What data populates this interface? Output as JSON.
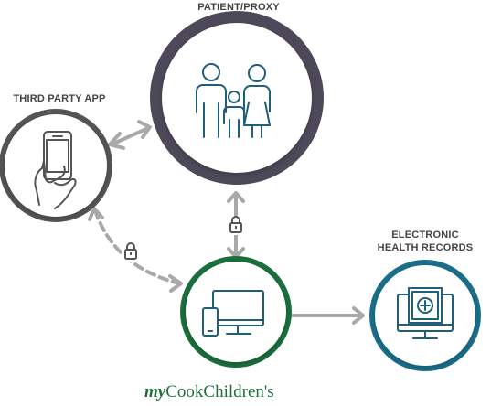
{
  "labels": {
    "patient_proxy": "PATIENT/PROXY",
    "third_party_app": "THIRD PARTY APP",
    "ehr_line1": "ELECTRONIC",
    "ehr_line2": "HEALTH RECORDS"
  },
  "brand": {
    "prefix": "my",
    "name": "CookChildren's"
  },
  "colors": {
    "patient_ring": "#4d4959",
    "third_party_ring": "#555555",
    "mycookchildrens_ring": "#1b6f3e",
    "ehr_ring": "#1b6f8a",
    "icon_stroke": "#1f5f79",
    "arrow": "#a9a9a9",
    "label": "#444444",
    "brand": "#1f6e3a"
  },
  "icons": {
    "patient": "family-icon",
    "third_party": "hand-holding-phone-icon",
    "mycookchildrens": "monitor-and-phone-icon",
    "ehr": "medical-record-monitor-icon",
    "lock": "padlock-icon"
  }
}
